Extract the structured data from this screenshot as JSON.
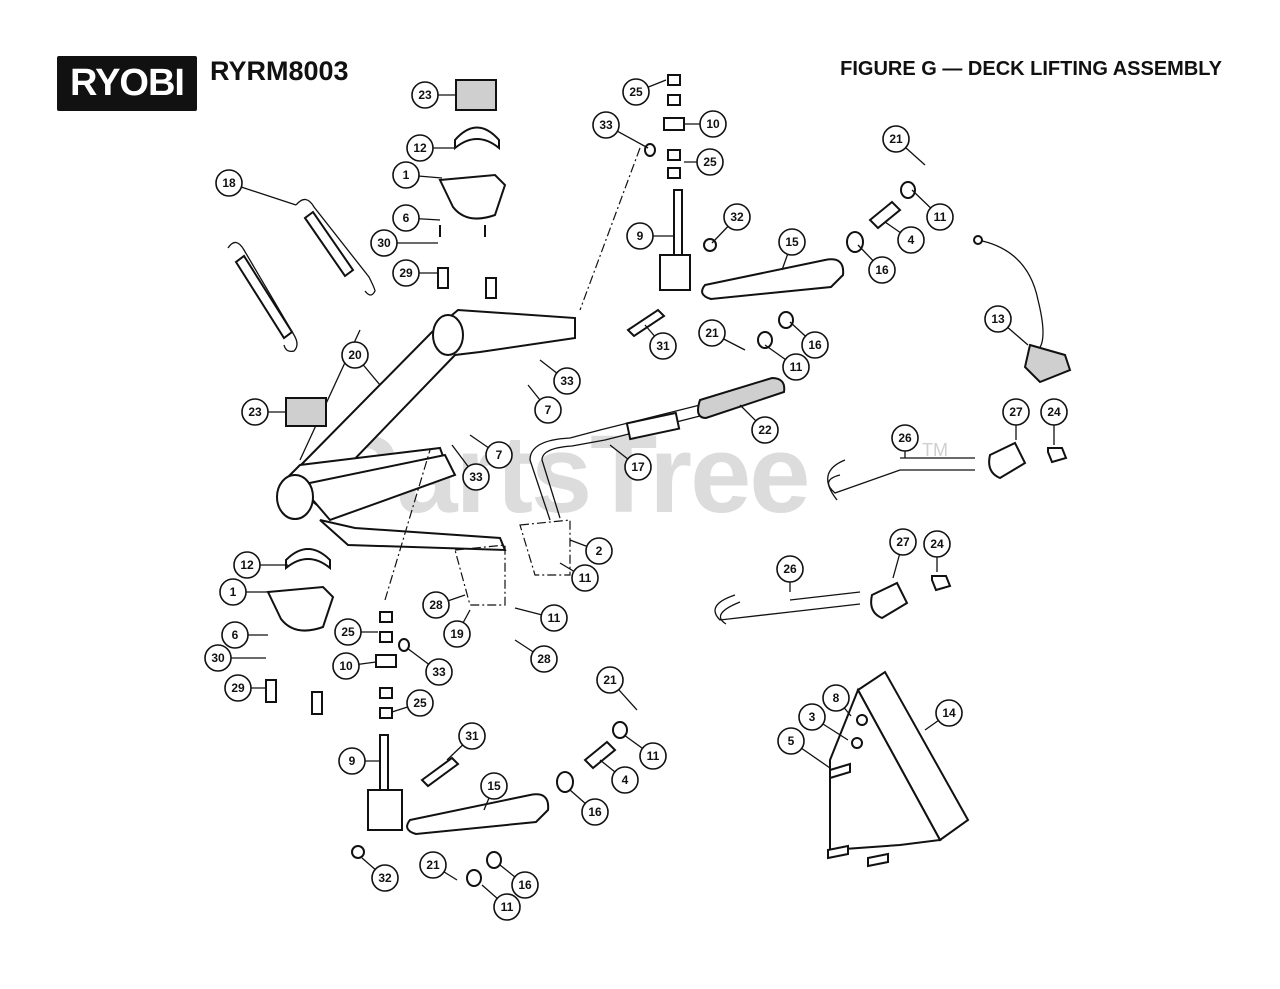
{
  "header": {
    "brand": "RYOBI",
    "model": "RYRM8003",
    "figure_title": "FIGURE G — DECK LIFTING ASSEMBLY"
  },
  "watermark": {
    "text": "PartsTree",
    "trademark": "TM"
  },
  "callouts": [
    {
      "id": "c23a",
      "label": "23"
    },
    {
      "id": "c12a",
      "label": "12"
    },
    {
      "id": "c1a",
      "label": "1"
    },
    {
      "id": "c6a",
      "label": "6"
    },
    {
      "id": "c30a",
      "label": "30"
    },
    {
      "id": "c29a",
      "label": "29"
    },
    {
      "id": "c18",
      "label": "18"
    },
    {
      "id": "c20",
      "label": "20"
    },
    {
      "id": "c23b",
      "label": "23"
    },
    {
      "id": "c33a",
      "label": "33"
    },
    {
      "id": "c7a",
      "label": "7"
    },
    {
      "id": "c7b",
      "label": "7"
    },
    {
      "id": "c33b",
      "label": "33"
    },
    {
      "id": "c12b",
      "label": "12"
    },
    {
      "id": "c1b",
      "label": "1"
    },
    {
      "id": "c6b",
      "label": "6"
    },
    {
      "id": "c30b",
      "label": "30"
    },
    {
      "id": "c29b",
      "label": "29"
    },
    {
      "id": "c25a",
      "label": "25"
    },
    {
      "id": "c10a",
      "label": "10"
    },
    {
      "id": "c33c",
      "label": "33"
    },
    {
      "id": "c25b",
      "label": "25"
    },
    {
      "id": "c9a",
      "label": "9"
    },
    {
      "id": "c32a",
      "label": "32"
    },
    {
      "id": "c31a",
      "label": "31"
    },
    {
      "id": "c15a",
      "label": "15"
    },
    {
      "id": "c21a",
      "label": "21"
    },
    {
      "id": "c11a",
      "label": "11"
    },
    {
      "id": "c4a",
      "label": "4"
    },
    {
      "id": "c16a",
      "label": "16"
    },
    {
      "id": "c21b",
      "label": "21"
    },
    {
      "id": "c11b",
      "label": "11"
    },
    {
      "id": "c16b",
      "label": "16"
    },
    {
      "id": "c13",
      "label": "13"
    },
    {
      "id": "c22",
      "label": "22"
    },
    {
      "id": "c17",
      "label": "17"
    },
    {
      "id": "c2",
      "label": "2"
    },
    {
      "id": "c11c",
      "label": "11"
    },
    {
      "id": "c28a",
      "label": "28"
    },
    {
      "id": "c19",
      "label": "19"
    },
    {
      "id": "c11d",
      "label": "11"
    },
    {
      "id": "c28b",
      "label": "28"
    },
    {
      "id": "c26a",
      "label": "26"
    },
    {
      "id": "c27a",
      "label": "27"
    },
    {
      "id": "c24a",
      "label": "24"
    },
    {
      "id": "c27b",
      "label": "27"
    },
    {
      "id": "c24b",
      "label": "24"
    },
    {
      "id": "c26b",
      "label": "26"
    },
    {
      "id": "c25c",
      "label": "25"
    },
    {
      "id": "c10b",
      "label": "10"
    },
    {
      "id": "c33d",
      "label": "33"
    },
    {
      "id": "c25d",
      "label": "25"
    },
    {
      "id": "c9b",
      "label": "9"
    },
    {
      "id": "c32b",
      "label": "32"
    },
    {
      "id": "c31b",
      "label": "31"
    },
    {
      "id": "c15b",
      "label": "15"
    },
    {
      "id": "c21c",
      "label": "21"
    },
    {
      "id": "c11e",
      "label": "11"
    },
    {
      "id": "c4b",
      "label": "4"
    },
    {
      "id": "c16c",
      "label": "16"
    },
    {
      "id": "c21d",
      "label": "21"
    },
    {
      "id": "c16d",
      "label": "16"
    },
    {
      "id": "c11f",
      "label": "11"
    },
    {
      "id": "c8",
      "label": "8"
    },
    {
      "id": "c3",
      "label": "3"
    },
    {
      "id": "c5",
      "label": "5"
    },
    {
      "id": "c14",
      "label": "14"
    }
  ]
}
